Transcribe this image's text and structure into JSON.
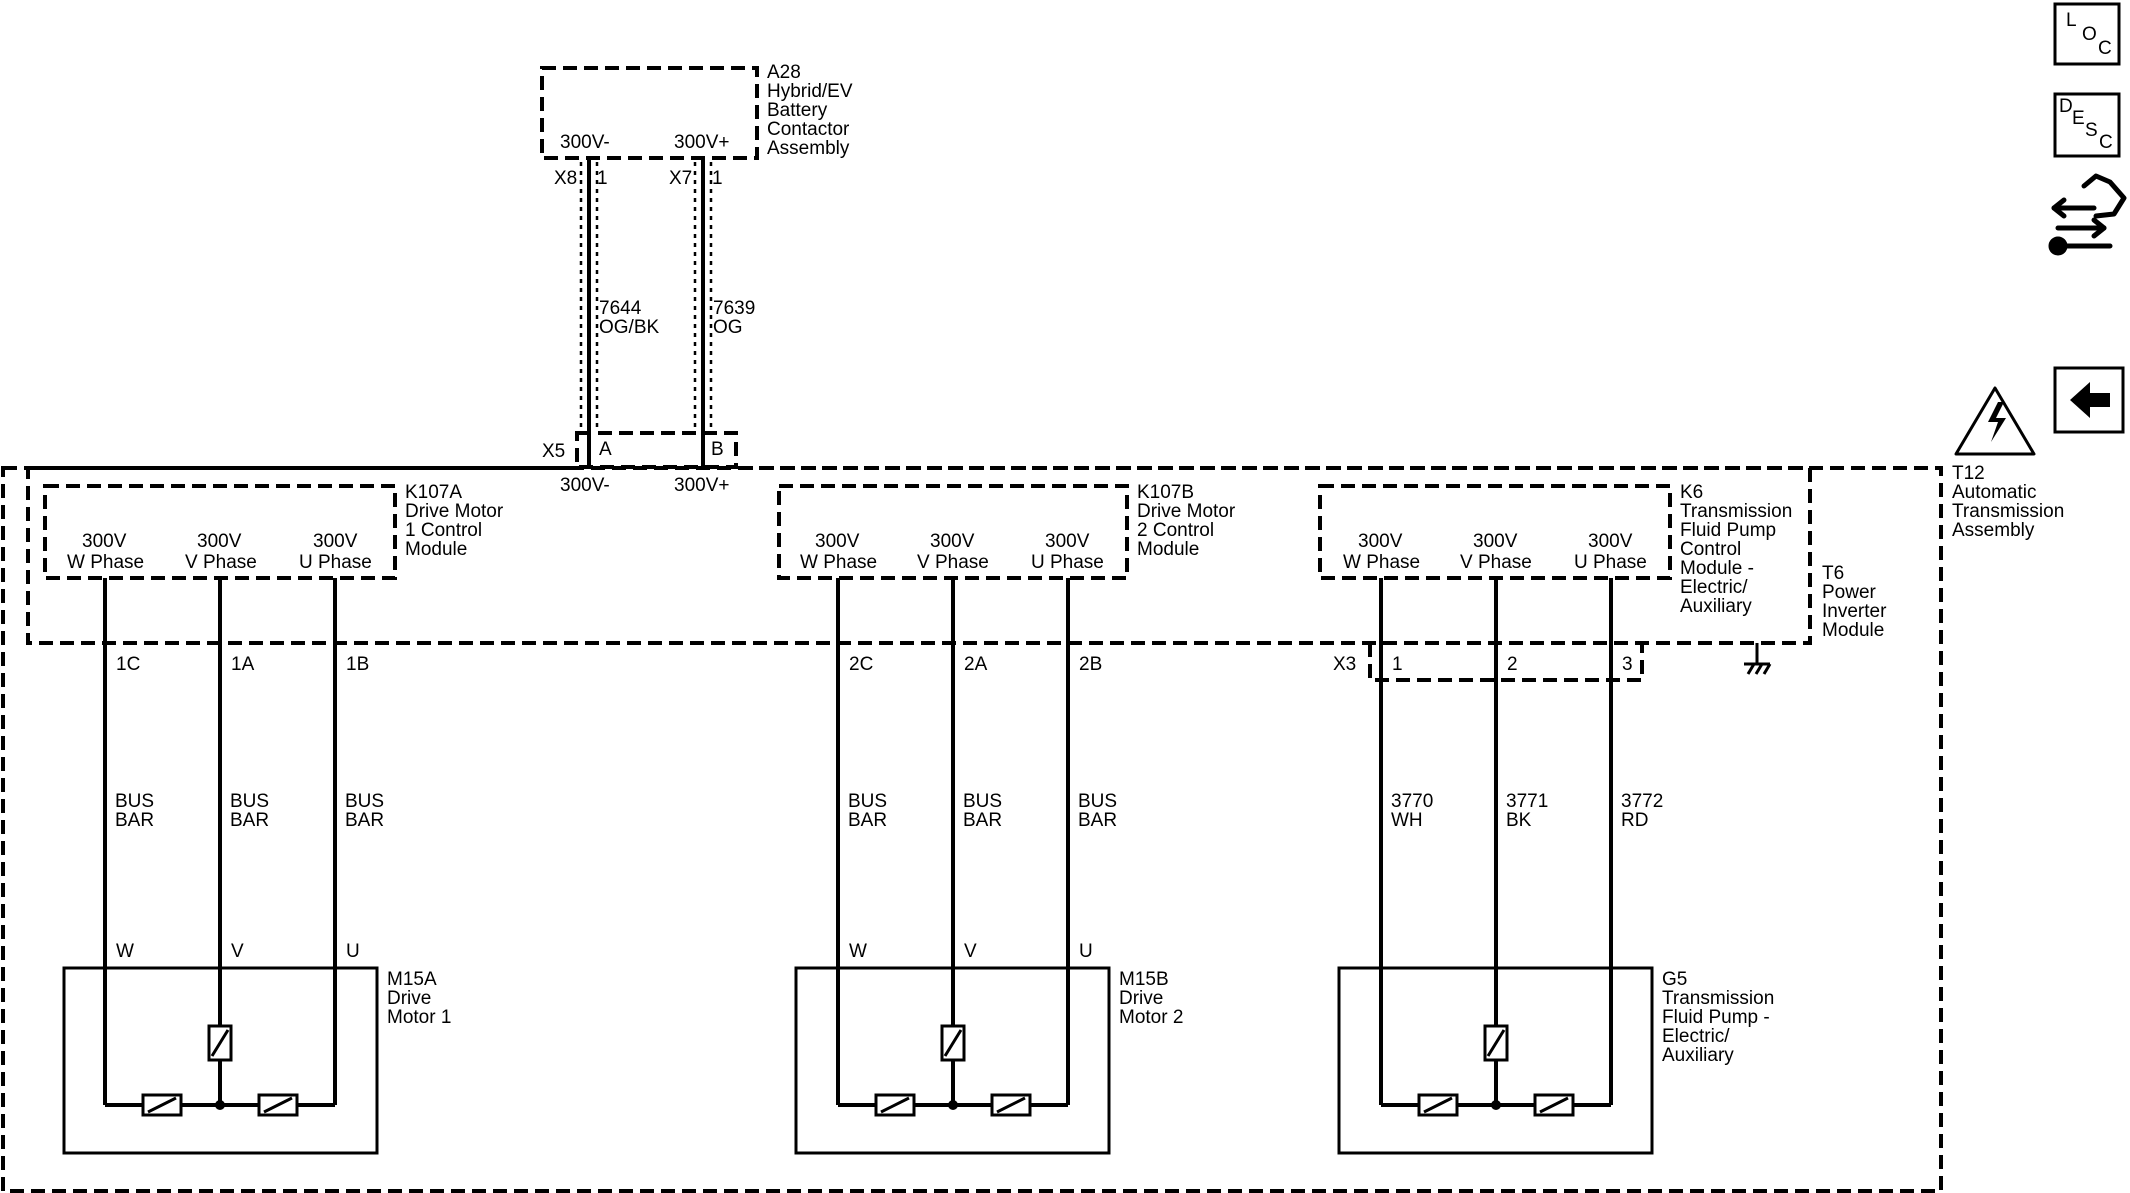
{
  "side_icons": {
    "loc": [
      "L",
      "O",
      "C"
    ],
    "desc": [
      "D",
      "E",
      "S",
      "C"
    ]
  },
  "battery": {
    "labels": [
      "A28",
      "Hybrid/EV",
      "Battery",
      "Contactor",
      "Assembly"
    ],
    "neg_pin": "300V-",
    "pos_pin": "300V+",
    "neg_conn": "X8",
    "neg_conn_pin": "1",
    "pos_conn": "X7",
    "pos_conn_pin": "1"
  },
  "hv_wires": {
    "neg": [
      "7644",
      "OG/BK"
    ],
    "pos": [
      "7639",
      "OG"
    ]
  },
  "x5": {
    "conn": "X5",
    "pin_a": "A",
    "pin_b": "B",
    "neg_pin": "300V-",
    "pos_pin": "300V+"
  },
  "transmission": {
    "labels": [
      "T12",
      "Automatic",
      "Transmission",
      "Assembly"
    ]
  },
  "inverter": {
    "labels": [
      "T6",
      "Power",
      "Inverter",
      "Module"
    ]
  },
  "modules": {
    "k107a": {
      "labels": [
        "K107A",
        "Drive Motor",
        "1 Control",
        "Module"
      ],
      "phases": [
        [
          "300V",
          "W Phase"
        ],
        [
          "300V",
          "V Phase"
        ],
        [
          "300V",
          "U Phase"
        ]
      ]
    },
    "k107b": {
      "labels": [
        "K107B",
        "Drive Motor",
        "2 Control",
        "Module"
      ],
      "phases": [
        [
          "300V",
          "W Phase"
        ],
        [
          "300V",
          "V Phase"
        ],
        [
          "300V",
          "U Phase"
        ]
      ]
    },
    "k6": {
      "labels": [
        "K6",
        "Transmission",
        "Fluid Pump",
        "Control",
        "Module -",
        "Electric/",
        "Auxiliary"
      ],
      "phases": [
        [
          "300V",
          "W Phase"
        ],
        [
          "300V",
          "V Phase"
        ],
        [
          "300V",
          "U Phase"
        ]
      ]
    }
  },
  "circuits": {
    "m1": {
      "pins": [
        "1C",
        "1A",
        "1B"
      ],
      "wires": [
        [
          "BUS",
          "BAR"
        ],
        [
          "BUS",
          "BAR"
        ],
        [
          "BUS",
          "BAR"
        ]
      ],
      "motor_pins": [
        "W",
        "V",
        "U"
      ]
    },
    "m2": {
      "pins": [
        "2C",
        "2A",
        "2B"
      ],
      "wires": [
        [
          "BUS",
          "BAR"
        ],
        [
          "BUS",
          "BAR"
        ],
        [
          "BUS",
          "BAR"
        ]
      ],
      "motor_pins": [
        "W",
        "V",
        "U"
      ]
    },
    "pump": {
      "conn": "X3",
      "pins": [
        "1",
        "2",
        "3"
      ],
      "wires": [
        [
          "3770",
          "WH"
        ],
        [
          "3771",
          "BK"
        ],
        [
          "3772",
          "RD"
        ]
      ]
    }
  },
  "loads": {
    "m15a": [
      "M15A",
      "Drive",
      "Motor 1"
    ],
    "m15b": [
      "M15B",
      "Drive",
      "Motor 2"
    ],
    "g5": [
      "G5",
      "Transmission",
      "Fluid Pump -",
      "Electric/",
      "Auxiliary"
    ]
  }
}
